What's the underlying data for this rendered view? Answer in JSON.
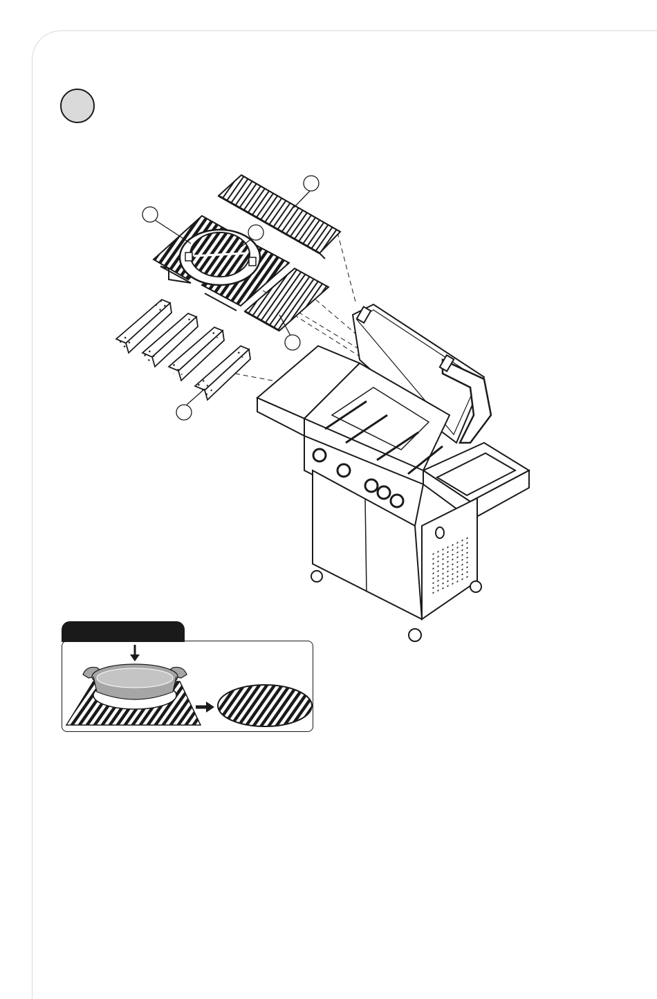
{
  "document": {
    "step_marker": {
      "label": ""
    },
    "callouts": [
      {
        "part": "warming-rack",
        "label": ""
      },
      {
        "part": "cast-iron-grates",
        "label": ""
      },
      {
        "part": "removable-center-insert",
        "label": ""
      },
      {
        "part": "porcelain-grate",
        "label": ""
      },
      {
        "part": "flame-tamers",
        "label": ""
      }
    ],
    "tip_panel": {
      "header": ""
    },
    "colors": {
      "ink": "#1a1a1a",
      "fill_gray": "#a6a6a6",
      "frame": "#d9d9d9"
    }
  }
}
